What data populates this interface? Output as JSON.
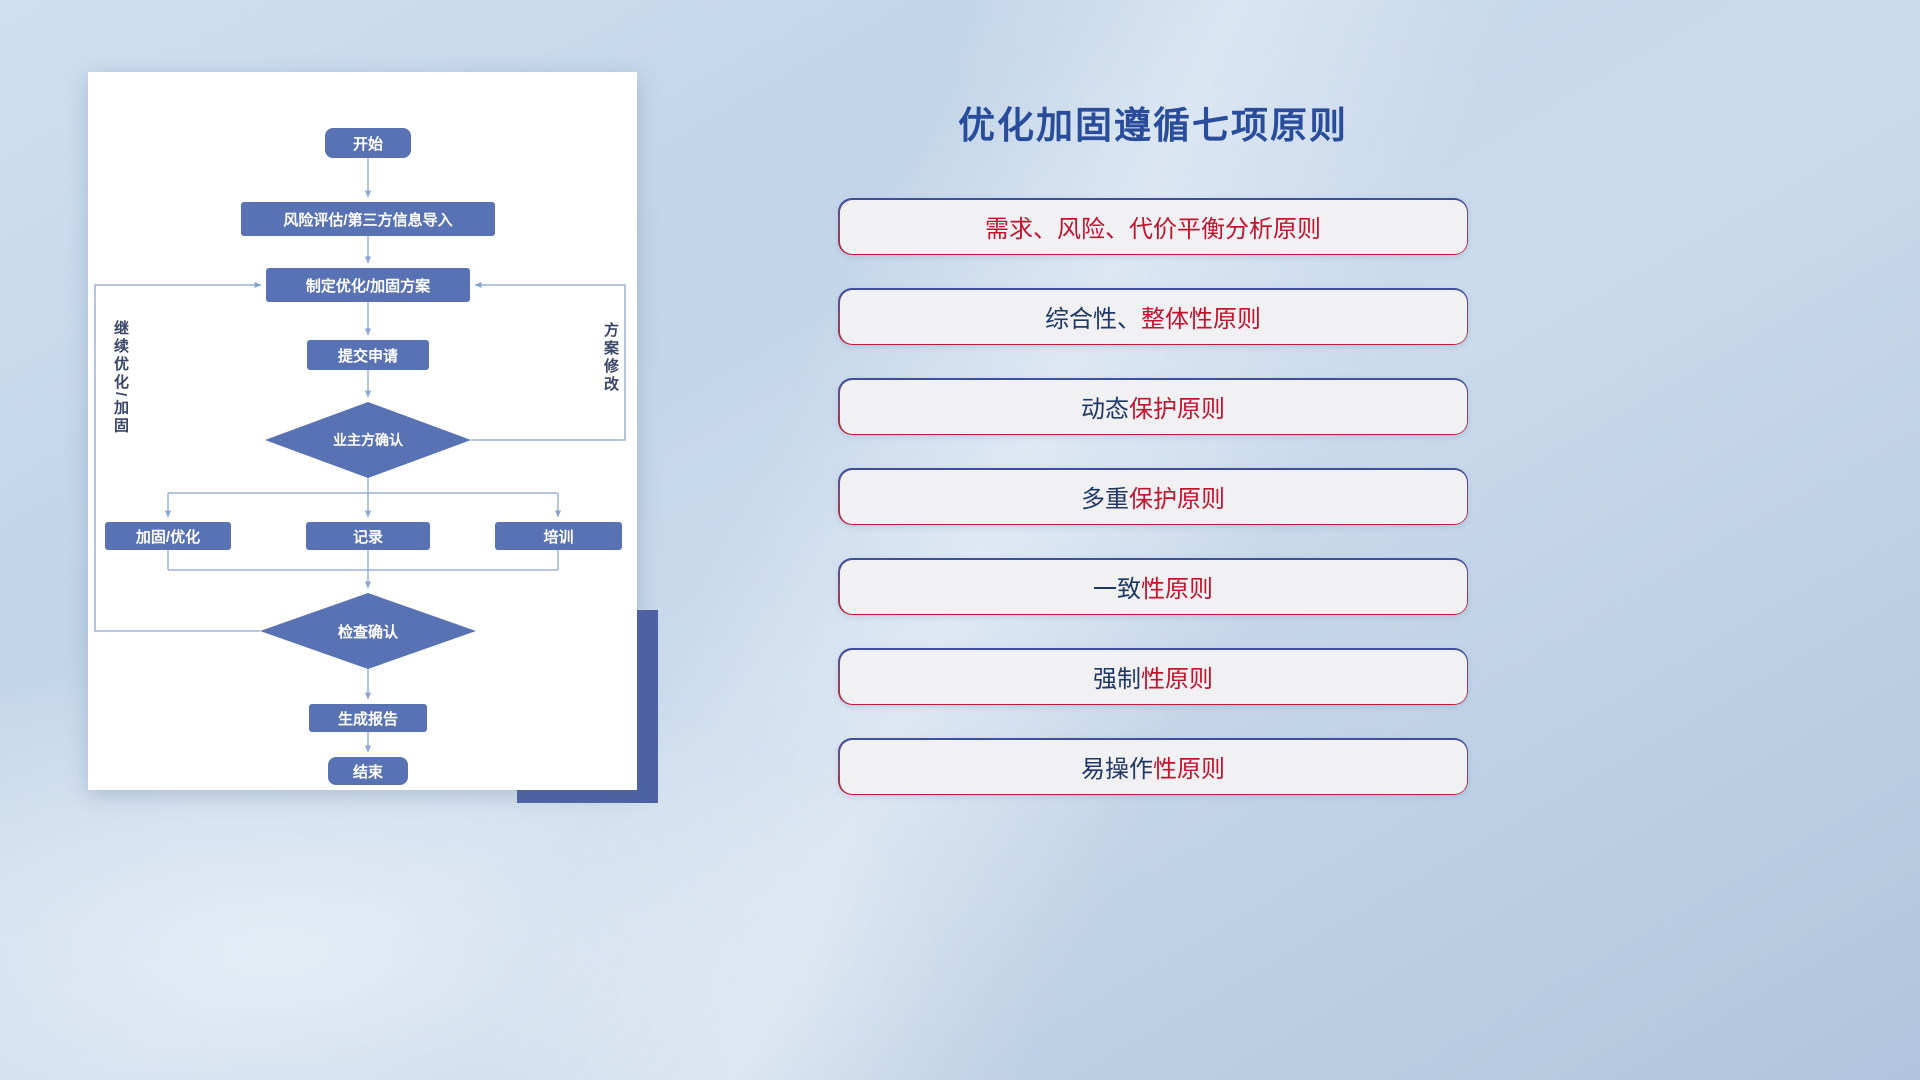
{
  "flowchart": {
    "start": "开始",
    "risk_import": "风险评估/第三方信息导入",
    "make_plan": "制定优化/加固方案",
    "submit": "提交申请",
    "owner_confirm": "业主方确认",
    "reinforce": "加固/优化",
    "record": "记录",
    "training": "培训",
    "check_confirm": "检查确认",
    "report": "生成报告",
    "end": "结束",
    "loop_left": "继续优化/加固",
    "loop_right": "方案修改"
  },
  "panel": {
    "title": "优化加固遵循七项原则",
    "principles": [
      {
        "blue": "",
        "red": "需求、风险、代价平衡分析原则"
      },
      {
        "blue": "综合性、",
        "red": "整体性原则"
      },
      {
        "blue": "动态",
        "red": "保护原则"
      },
      {
        "blue": "多重",
        "red": "保护原则"
      },
      {
        "blue": "一致",
        "red": "性原则"
      },
      {
        "blue": "强制",
        "red": "性原则"
      },
      {
        "blue": "易操作",
        "red": "性原则"
      }
    ]
  },
  "colors": {
    "node_fill": "#5872b3",
    "connector": "#8ba3d1",
    "title_blue": "#2a4d9b",
    "principle_red": "#c2132f",
    "principle_navy": "#1f3864",
    "pill_bg": "#f1f1f3",
    "pill_border_top": "#3c4f9e",
    "pill_border_bottom": "#bb1c39",
    "shadow_rect": "#4e63a4",
    "vertical_label": "#3a4668"
  }
}
